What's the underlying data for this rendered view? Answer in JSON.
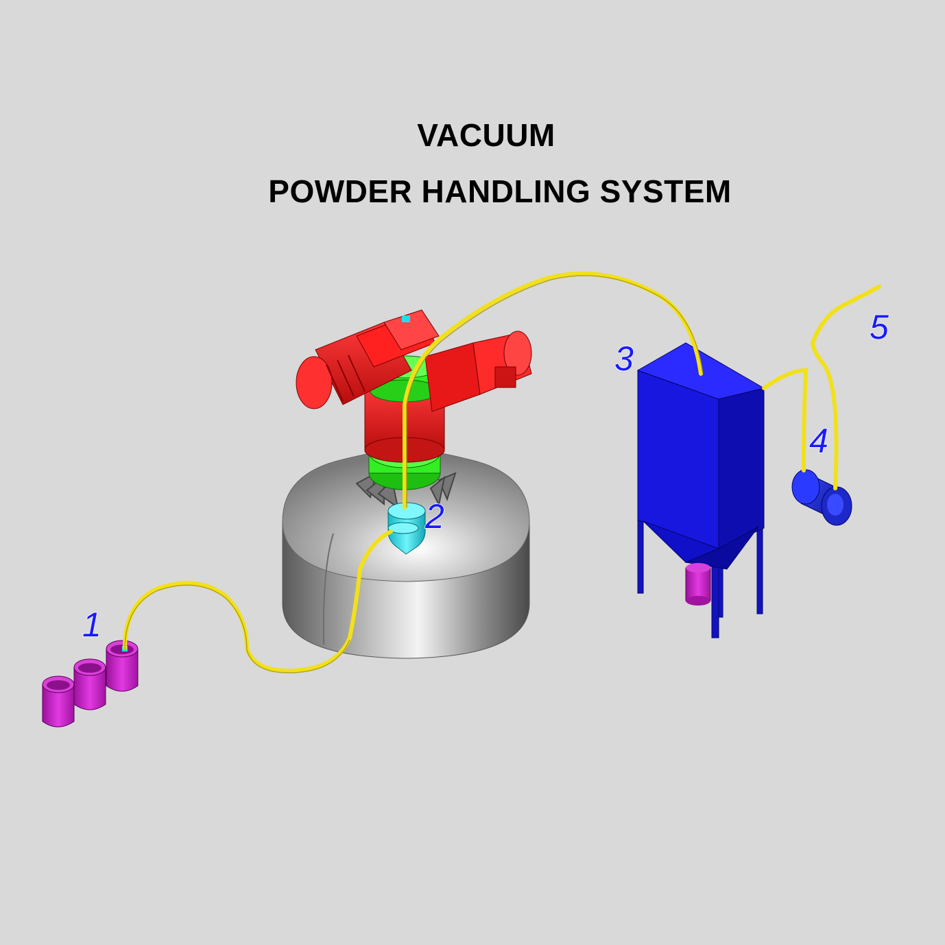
{
  "title": {
    "line1": "VACUUM",
    "line2": "POWDER HANDLING SYSTEM"
  },
  "callouts": [
    {
      "id": "drums",
      "label": "1"
    },
    {
      "id": "receiver",
      "label": "2"
    },
    {
      "id": "filter",
      "label": "3"
    },
    {
      "id": "pump",
      "label": "4"
    },
    {
      "id": "exhaust",
      "label": "5"
    }
  ],
  "colors": {
    "background": "#d9d9d9",
    "hose": "#f2e01a",
    "drum": "#cc22cc",
    "receiver": "#22dde8",
    "gearbox": "#e81818",
    "flange": "#33ee22",
    "vessel": "#9a9a9a",
    "filter": "#1515d8",
    "pump": "#1a2ee0",
    "callout": "#1a1aff"
  },
  "icons": [
    "drum-icon",
    "vacuum-receiver-icon",
    "gearmotor-icon",
    "mixer-vessel-icon",
    "filter-housing-icon",
    "vacuum-pump-icon",
    "hose-icon"
  ]
}
